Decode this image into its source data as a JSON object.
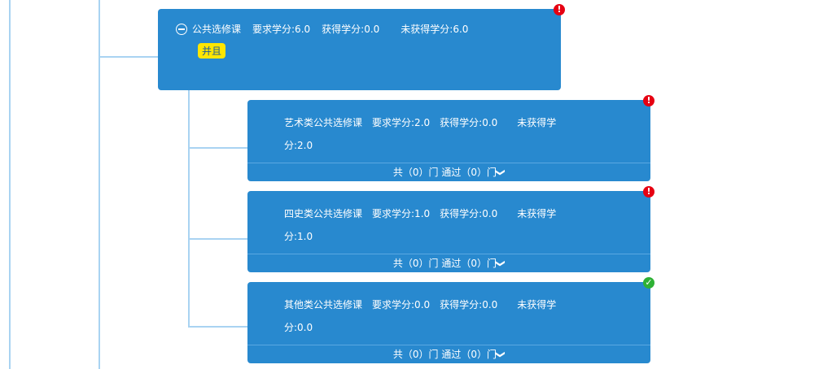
{
  "main": {
    "title": "公共选修课",
    "required": "要求学分:6.0",
    "earned": "获得学分:0.0",
    "missing": "未获得学分:6.0",
    "logic_tag": "并且",
    "status": "error"
  },
  "subs": [
    {
      "title": "艺术类公共选修课",
      "required": "要求学分:2.0",
      "earned": "获得学分:0.0",
      "missing": "未获得学分:2.0",
      "footer": "共（0）门 通过（0）门",
      "status": "error"
    },
    {
      "title": "四史类公共选修课",
      "required": "要求学分:1.0",
      "earned": "获得学分:0.0",
      "missing": "未获得学分:1.0",
      "footer": "共（0）门 通过（0）门",
      "status": "error"
    },
    {
      "title": "其他类公共选修课",
      "required": "要求学分:0.0",
      "earned": "获得学分:0.0",
      "missing": "未获得学分:0.0",
      "footer": "共（0）门 通过（0）门",
      "status": "ok"
    }
  ],
  "icons": {
    "error": "!",
    "ok": "✓",
    "expand": "❯"
  }
}
